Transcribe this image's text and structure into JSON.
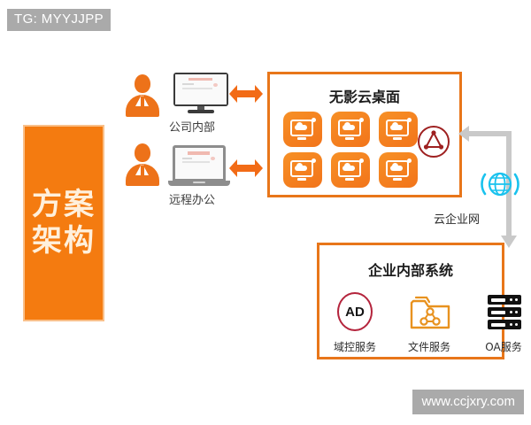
{
  "overlays": {
    "tg_badge": "TG: MYYJJPP",
    "watermark": "www.ccjxry.com"
  },
  "title_block": {
    "line1": "方案",
    "line2": "架构"
  },
  "clients": [
    {
      "label": "公司内部",
      "device": "desktop-monitor",
      "person_icon": "person-icon",
      "arrow_icon": "double-arrow-icon"
    },
    {
      "label": "远程办公",
      "device": "laptop",
      "person_icon": "person-icon",
      "arrow_icon": "double-arrow-icon"
    }
  ],
  "cloud_desktop": {
    "title": "无影云桌面",
    "desktop_count": 6,
    "desktop_icon_name": "cloud-desktop-icon",
    "emblem_icon": "ad-triangle-emblem-icon"
  },
  "network": {
    "label": "云企业网",
    "globe_icon": "globe-icon",
    "connector_icon": "gray-connector-arrow"
  },
  "internal_system": {
    "title": "企业内部系统",
    "services": [
      {
        "label": "域控服务",
        "icon": "ad-circle-icon",
        "badge": "AD"
      },
      {
        "label": "文件服务",
        "icon": "shared-folder-icon",
        "badge": ""
      },
      {
        "label": "OA服务",
        "icon": "server-rack-icon",
        "badge": ""
      }
    ]
  },
  "colors": {
    "orange": "#F47B10",
    "orange_border": "#E8761A",
    "arrow_orange": "#F26B16",
    "cyan": "#16BEE8",
    "ad_red": "#B4243C",
    "gray_overlay": "#AAAAAA",
    "connector_gray": "#C9C9C9"
  }
}
